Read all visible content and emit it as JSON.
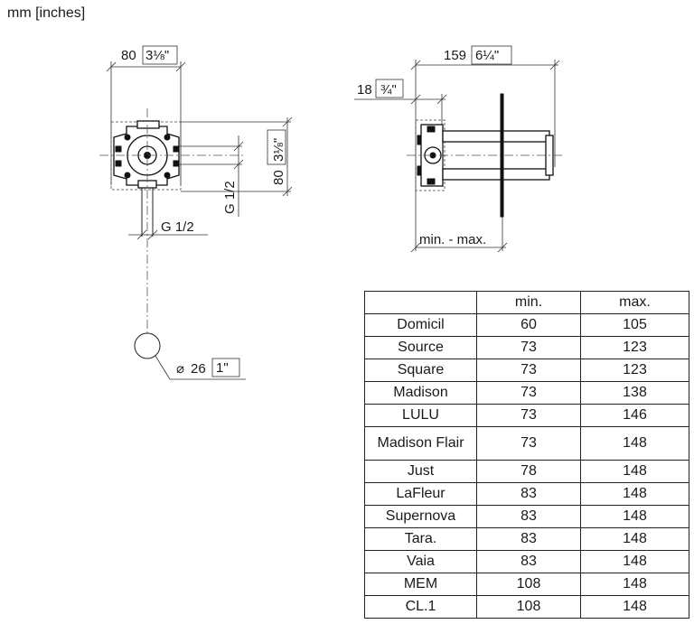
{
  "units_label": "mm [inches]",
  "front_view": {
    "width_dim": "80",
    "width_frac": "3⅛\"",
    "height_dim": "80",
    "height_frac": "3⅛\"",
    "thread_vertical": "G 1/2",
    "thread_horizontal": "G 1/2",
    "hole_symbol": "⌀",
    "hole_dim": "26",
    "hole_frac": "1\""
  },
  "side_view": {
    "depth_dim": "159",
    "depth_frac": "6¼\"",
    "offset_dim": "18",
    "offset_frac": "¾\"",
    "range_label": "min. - max."
  },
  "table": {
    "headers": [
      "",
      "min.",
      "max."
    ],
    "rows": [
      {
        "name": "Domicil",
        "min": "60",
        "max": "105"
      },
      {
        "name": "Source",
        "min": "73",
        "max": "123"
      },
      {
        "name": "Square",
        "min": "73",
        "max": "123"
      },
      {
        "name": "Madison",
        "min": "73",
        "max": "138"
      },
      {
        "name": "LULU",
        "min": "73",
        "max": "146"
      },
      {
        "name": "Madison Flair",
        "min": "73",
        "max": "148"
      },
      {
        "name": "Just",
        "min": "78",
        "max": "148"
      },
      {
        "name": "LaFleur",
        "min": "83",
        "max": "148"
      },
      {
        "name": "Supernova",
        "min": "83",
        "max": "148"
      },
      {
        "name": "Tara.",
        "min": "83",
        "max": "148"
      },
      {
        "name": "Vaia",
        "min": "83",
        "max": "148"
      },
      {
        "name": "MEM",
        "min": "108",
        "max": "148"
      },
      {
        "name": "CL.1",
        "min": "108",
        "max": "148"
      }
    ]
  }
}
